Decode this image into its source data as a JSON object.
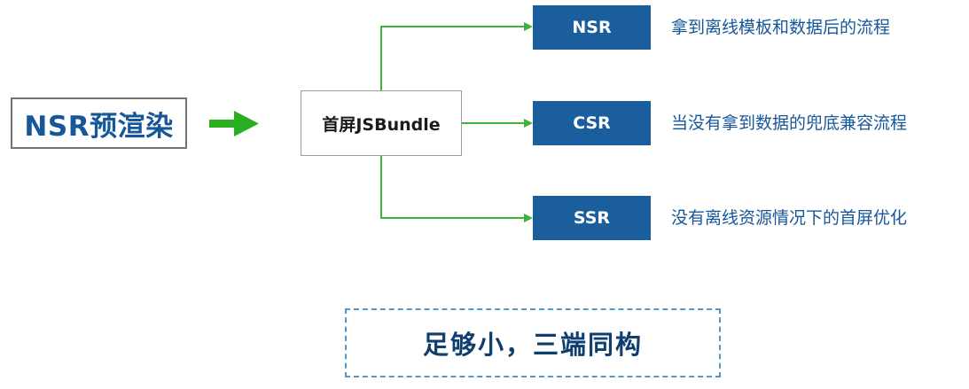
{
  "source": {
    "label": "NSR预渲染"
  },
  "hub": {
    "label": "首屏JSBundle"
  },
  "branches": [
    {
      "tag": "NSR",
      "description": "拿到离线模板和数据后的流程"
    },
    {
      "tag": "CSR",
      "description": "当没有拿到数据的兜底兼容流程"
    },
    {
      "tag": "SSR",
      "description": "没有离线资源情况下的首屏优化"
    }
  ],
  "footer": {
    "label": "足够小，三端同构"
  },
  "colors": {
    "accent_blue": "#1a5e9e",
    "arrow_green": "#2aad1f",
    "text_blue": "#16579a",
    "dashed_border": "#4f97cc"
  }
}
